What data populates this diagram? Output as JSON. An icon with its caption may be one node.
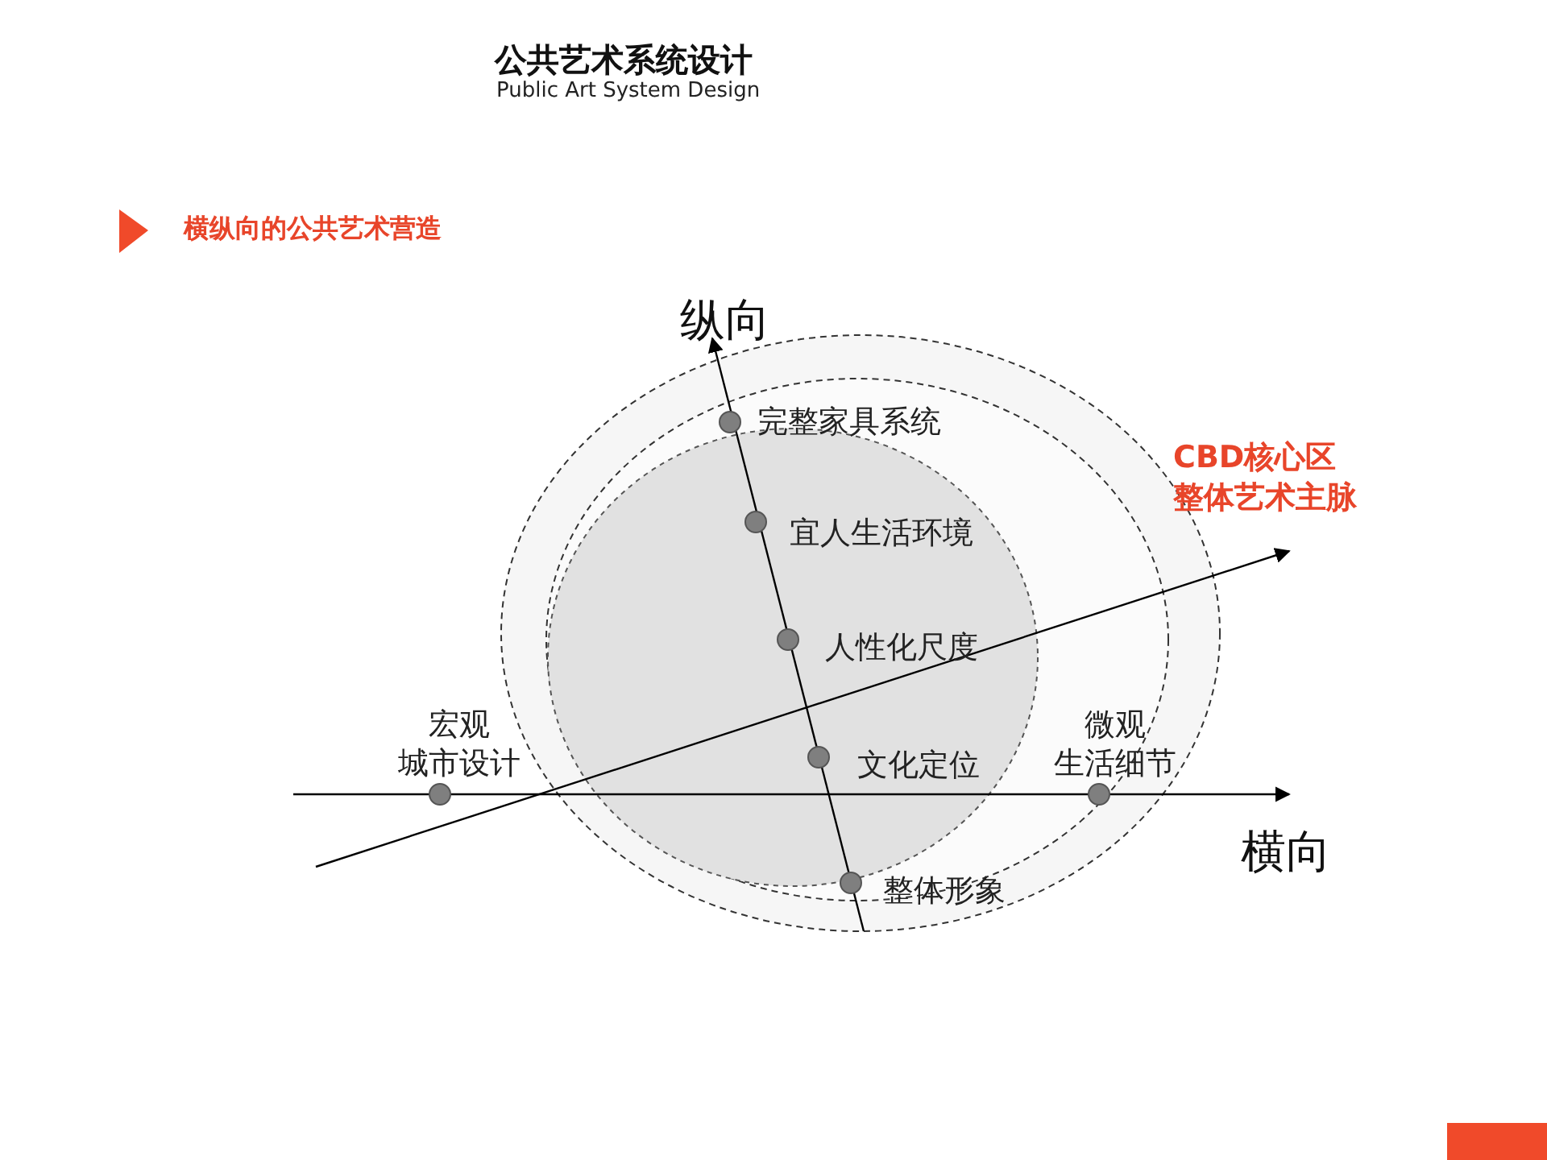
{
  "diagram": {
    "title": "公共艺术系统设计",
    "nodes": [
      {
        "text": [
          "完整家具系统"
        ]
      },
      {
        "text": [
          "宜人生活环境"
        ]
      },
      {
        "text": [
          "人性化尺度"
        ]
      },
      {
        "text": [
          "文化定位"
        ]
      },
      {
        "text": [
          "整体形象"
        ]
      },
      {
        "text": [
          "宏观",
          "城市设计"
        ]
      },
      {
        "text": [
          "微观",
          "生活细节"
        ]
      }
    ],
    "labels": [
      "Public Art System Design",
      "横纵向的公共艺术营造",
      "纵向",
      "横向",
      "CBD核心区",
      "整体艺术主脉"
    ]
  }
}
